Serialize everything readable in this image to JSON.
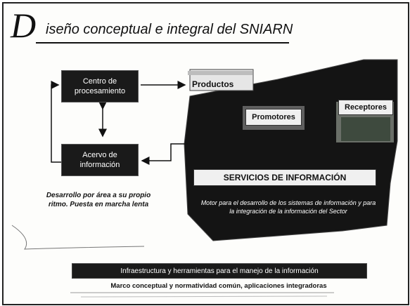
{
  "title": {
    "initial": "D",
    "rest": "iseño conceptual e integral del SNIARN"
  },
  "nodes": {
    "centro": "Centro de procesamiento",
    "acervo": "Acervo de información",
    "productos": "Productos",
    "promotores": "Promotores",
    "receptores": "Receptores",
    "servicios": "SERVICIOS DE INFORMACIÓN"
  },
  "notes": {
    "desarrollo": "Desarrollo por área a su propio ritmo. Puesta en marcha lenta",
    "motor": "Motor para el desarrollo de los sistemas de información y para la integración de la información del Sector"
  },
  "bars": {
    "infraestructura": "Infraestructura y herramientas para el manejo de la información",
    "marco": "Marco conceptual y normatividad común, aplicaciones integradoras"
  }
}
